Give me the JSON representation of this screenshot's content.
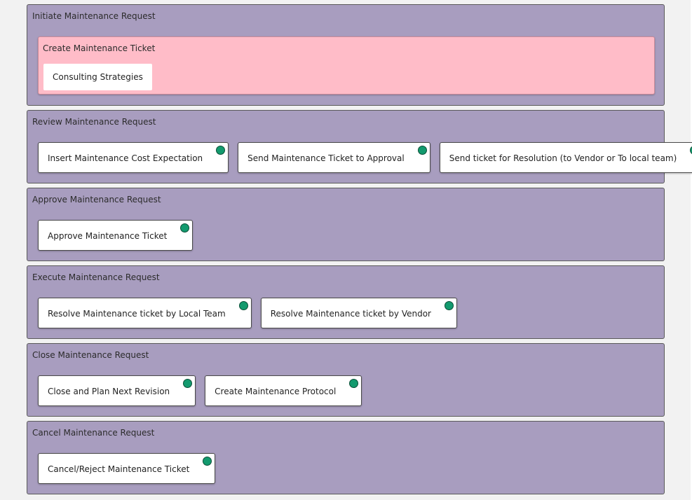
{
  "colors": {
    "stage_bg": "#a89dbf",
    "ticket_bg": "#ffbcc8",
    "status_dot": "#139a6e",
    "page_bg": "#f2f2f2"
  },
  "stages": [
    {
      "title": "Initiate Maintenance Request",
      "ticket": {
        "title": "Create Maintenance Ticket",
        "chip": "Consulting Strategies"
      }
    },
    {
      "title": "Review Maintenance Request",
      "tasks": [
        "Insert Maintenance Cost Expectation",
        "Send Maintenance Ticket to Approval",
        "Send ticket for Resolution (to Vendor or To local team)"
      ]
    },
    {
      "title": "Approve Maintenance Request",
      "tasks": [
        "Approve Maintenance Ticket"
      ]
    },
    {
      "title": "Execute Maintenance Request",
      "tasks": [
        "Resolve Maintenance ticket by Local Team",
        "Resolve Maintenance ticket by Vendor"
      ]
    },
    {
      "title": "Close Maintenance Request",
      "tasks": [
        "Close and Plan Next Revision",
        "Create Maintenance Protocol"
      ]
    },
    {
      "title": "Cancel Maintenance Request",
      "tasks": [
        "Cancel/Reject Maintenance Ticket"
      ]
    }
  ]
}
